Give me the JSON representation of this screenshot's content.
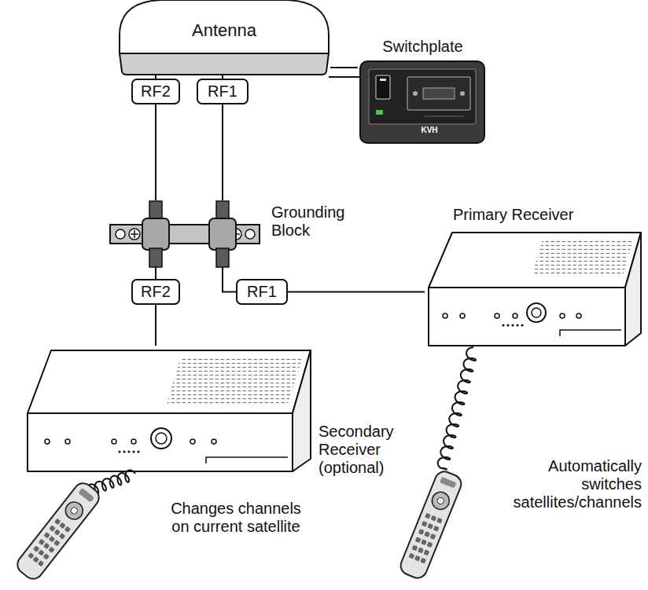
{
  "diagram": {
    "nodes": [
      {
        "text": [
          "Antenna"
        ]
      },
      {
        "text": [
          "Switchplate"
        ]
      },
      {
        "text": [
          "RF2"
        ]
      },
      {
        "text": [
          "RF1"
        ]
      },
      {
        "text": [
          "Grounding Block"
        ]
      },
      {
        "text": [
          "RF2"
        ]
      },
      {
        "text": [
          "RF1"
        ]
      },
      {
        "text": [
          "Primary Receiver"
        ]
      },
      {
        "text": [
          "Secondary Receiver (optional)"
        ]
      }
    ],
    "edges": [
      {
        "from": 0,
        "to": 1,
        "arrow": "none"
      },
      {
        "from": 0,
        "to": 2,
        "arrow": "none"
      },
      {
        "from": 0,
        "to": 3,
        "arrow": "none"
      },
      {
        "from": 2,
        "to": 4,
        "arrow": "none"
      },
      {
        "from": 3,
        "to": 4,
        "arrow": "none"
      },
      {
        "from": 4,
        "to": 5,
        "arrow": "none"
      },
      {
        "from": 5,
        "to": 8,
        "arrow": "none"
      },
      {
        "from": 4,
        "to": 6,
        "arrow": "none"
      },
      {
        "from": 6,
        "to": 7,
        "arrow": "none"
      }
    ],
    "labels": [
      "KVH",
      "Automatically switches satellites/channels",
      "Changes channels on current satellite"
    ]
  }
}
